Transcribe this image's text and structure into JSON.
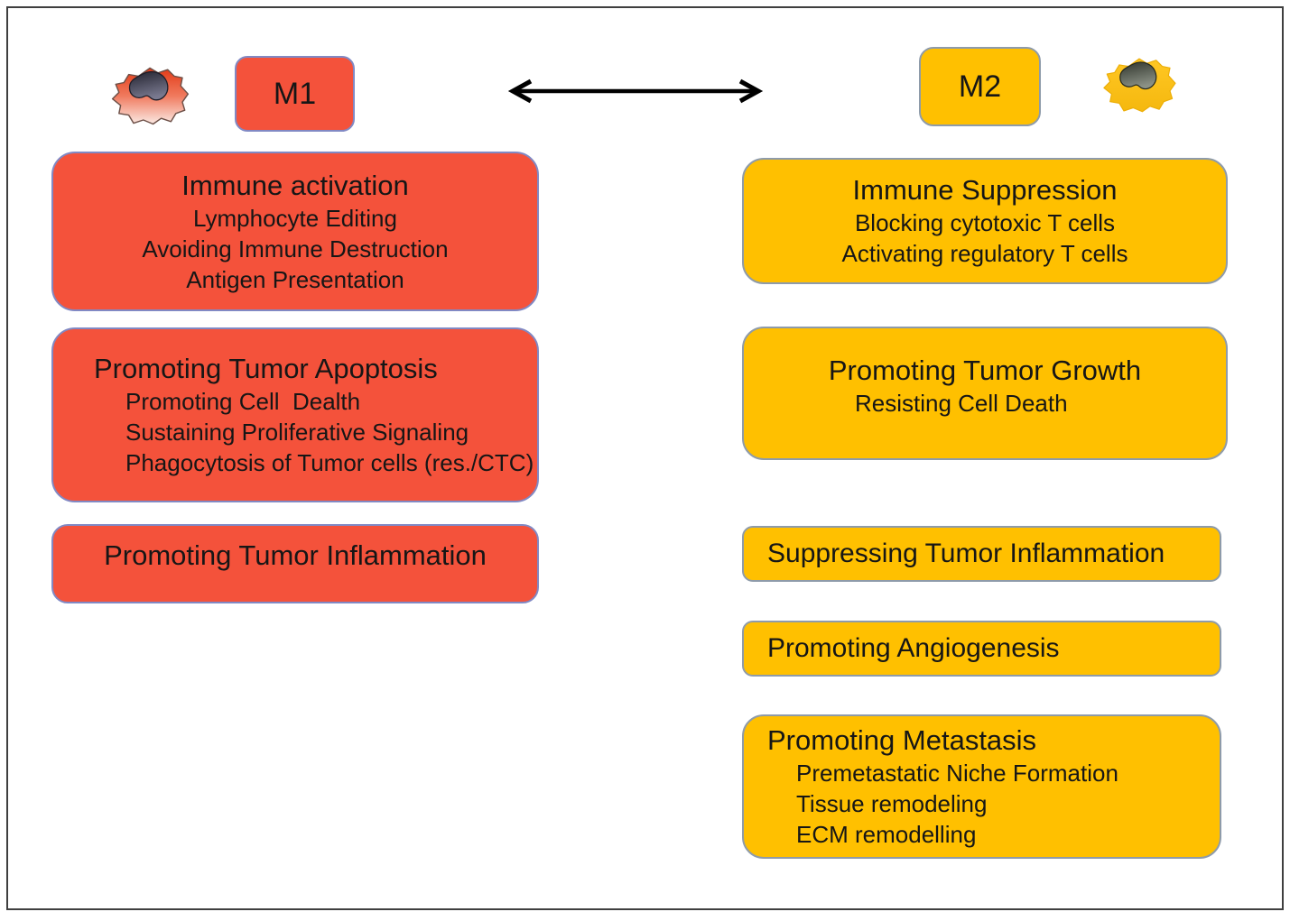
{
  "colors": {
    "m1_fill": "#F4523B",
    "m1_border": "#8189C4",
    "m2_fill": "#FFC000",
    "m2_border": "#8E9BAA",
    "frame_border": "#3F3F3F",
    "text": "#161616",
    "arrow": "#000000"
  },
  "m1": {
    "label": "M1",
    "icon": "macrophage-m1-cell-icon",
    "boxes": [
      {
        "title": "Immune activation",
        "items": [
          "Lymphocyte Editing",
          "Avoiding Immune Destruction",
          "Antigen Presentation"
        ]
      },
      {
        "title": "Promoting Tumor Apoptosis",
        "items": [
          "Promoting Cell  Dealth",
          "Sustaining Proliferative Signaling",
          "Phagocytosis of Tumor cells (res./CTC)"
        ]
      },
      {
        "title": "Promoting Tumor Inflammation",
        "items": []
      }
    ]
  },
  "m2": {
    "label": "M2",
    "icon": "macrophage-m2-cell-icon",
    "boxes": [
      {
        "title": "Immune Suppression",
        "items": [
          "Blocking cytotoxic T cells",
          "Activating regulatory T cells"
        ]
      },
      {
        "title": "Promoting Tumor Growth",
        "items": [
          "Resisting Cell Death"
        ]
      },
      {
        "title": "Suppressing Tumor Inflammation",
        "items": []
      },
      {
        "title": "Promoting Angiogenesis",
        "items": []
      },
      {
        "title": "Promoting Metastasis",
        "items": [
          "Premetastatic Niche Formation",
          "Tissue remodeling",
          "ECM remodelling"
        ]
      }
    ]
  },
  "arrow_icon": "left-right-arrow-icon"
}
